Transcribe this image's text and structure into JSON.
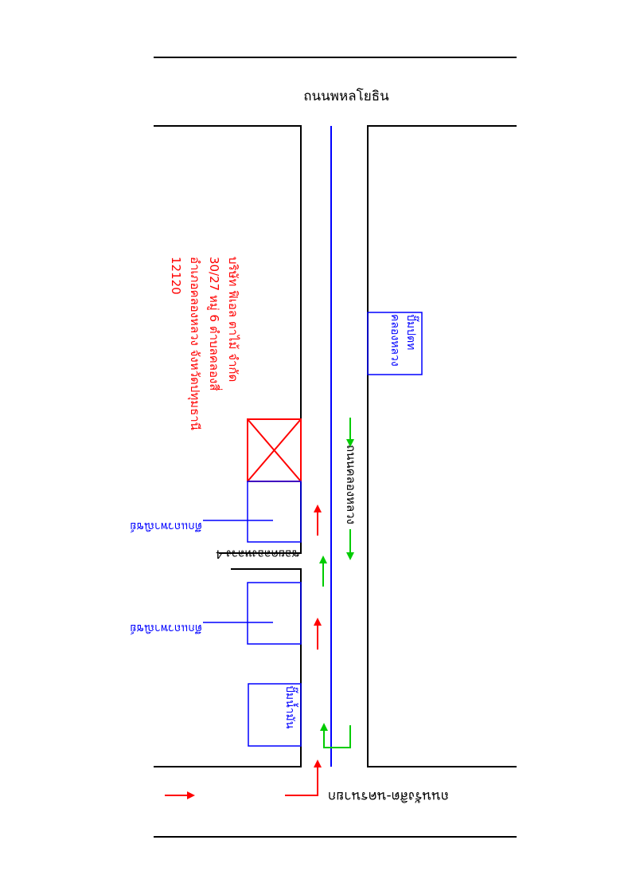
{
  "roads": {
    "top_road": "ถนนพหลโยธิน",
    "bottom_road": "ถนนรังสิต-นครนายก",
    "side_road": "ถนนคลองหลวง",
    "soi": "ซอยคลองหลวง 4"
  },
  "company": {
    "lines": [
      "บริษัท ฟิเอล ตาไม้ จำกัด",
      "30/27 หมู่ 6 ตำบลคลองสี่",
      "อำเภอคลองหลวง จังหวัดปทุมธานี",
      "12120"
    ]
  },
  "buildings": {
    "shop_upper": "ตึกแถวพาณิชย์",
    "shop_lower": "ตึกแถวพาณิชย์",
    "gas_station": "ปั๊มน้ำมัน",
    "pump_right_line1": "ปั๊มปตท",
    "pump_right_line2": "คลองหลวง"
  },
  "colors": {
    "road_line": "#000000",
    "center_line": "#0000ff",
    "building": "#0000ff",
    "target": "#ff0000",
    "arrow_up": "#ff0000",
    "arrow_green": "#00cc00",
    "label_text": "#0000ff",
    "company_text": "#ff0000"
  }
}
